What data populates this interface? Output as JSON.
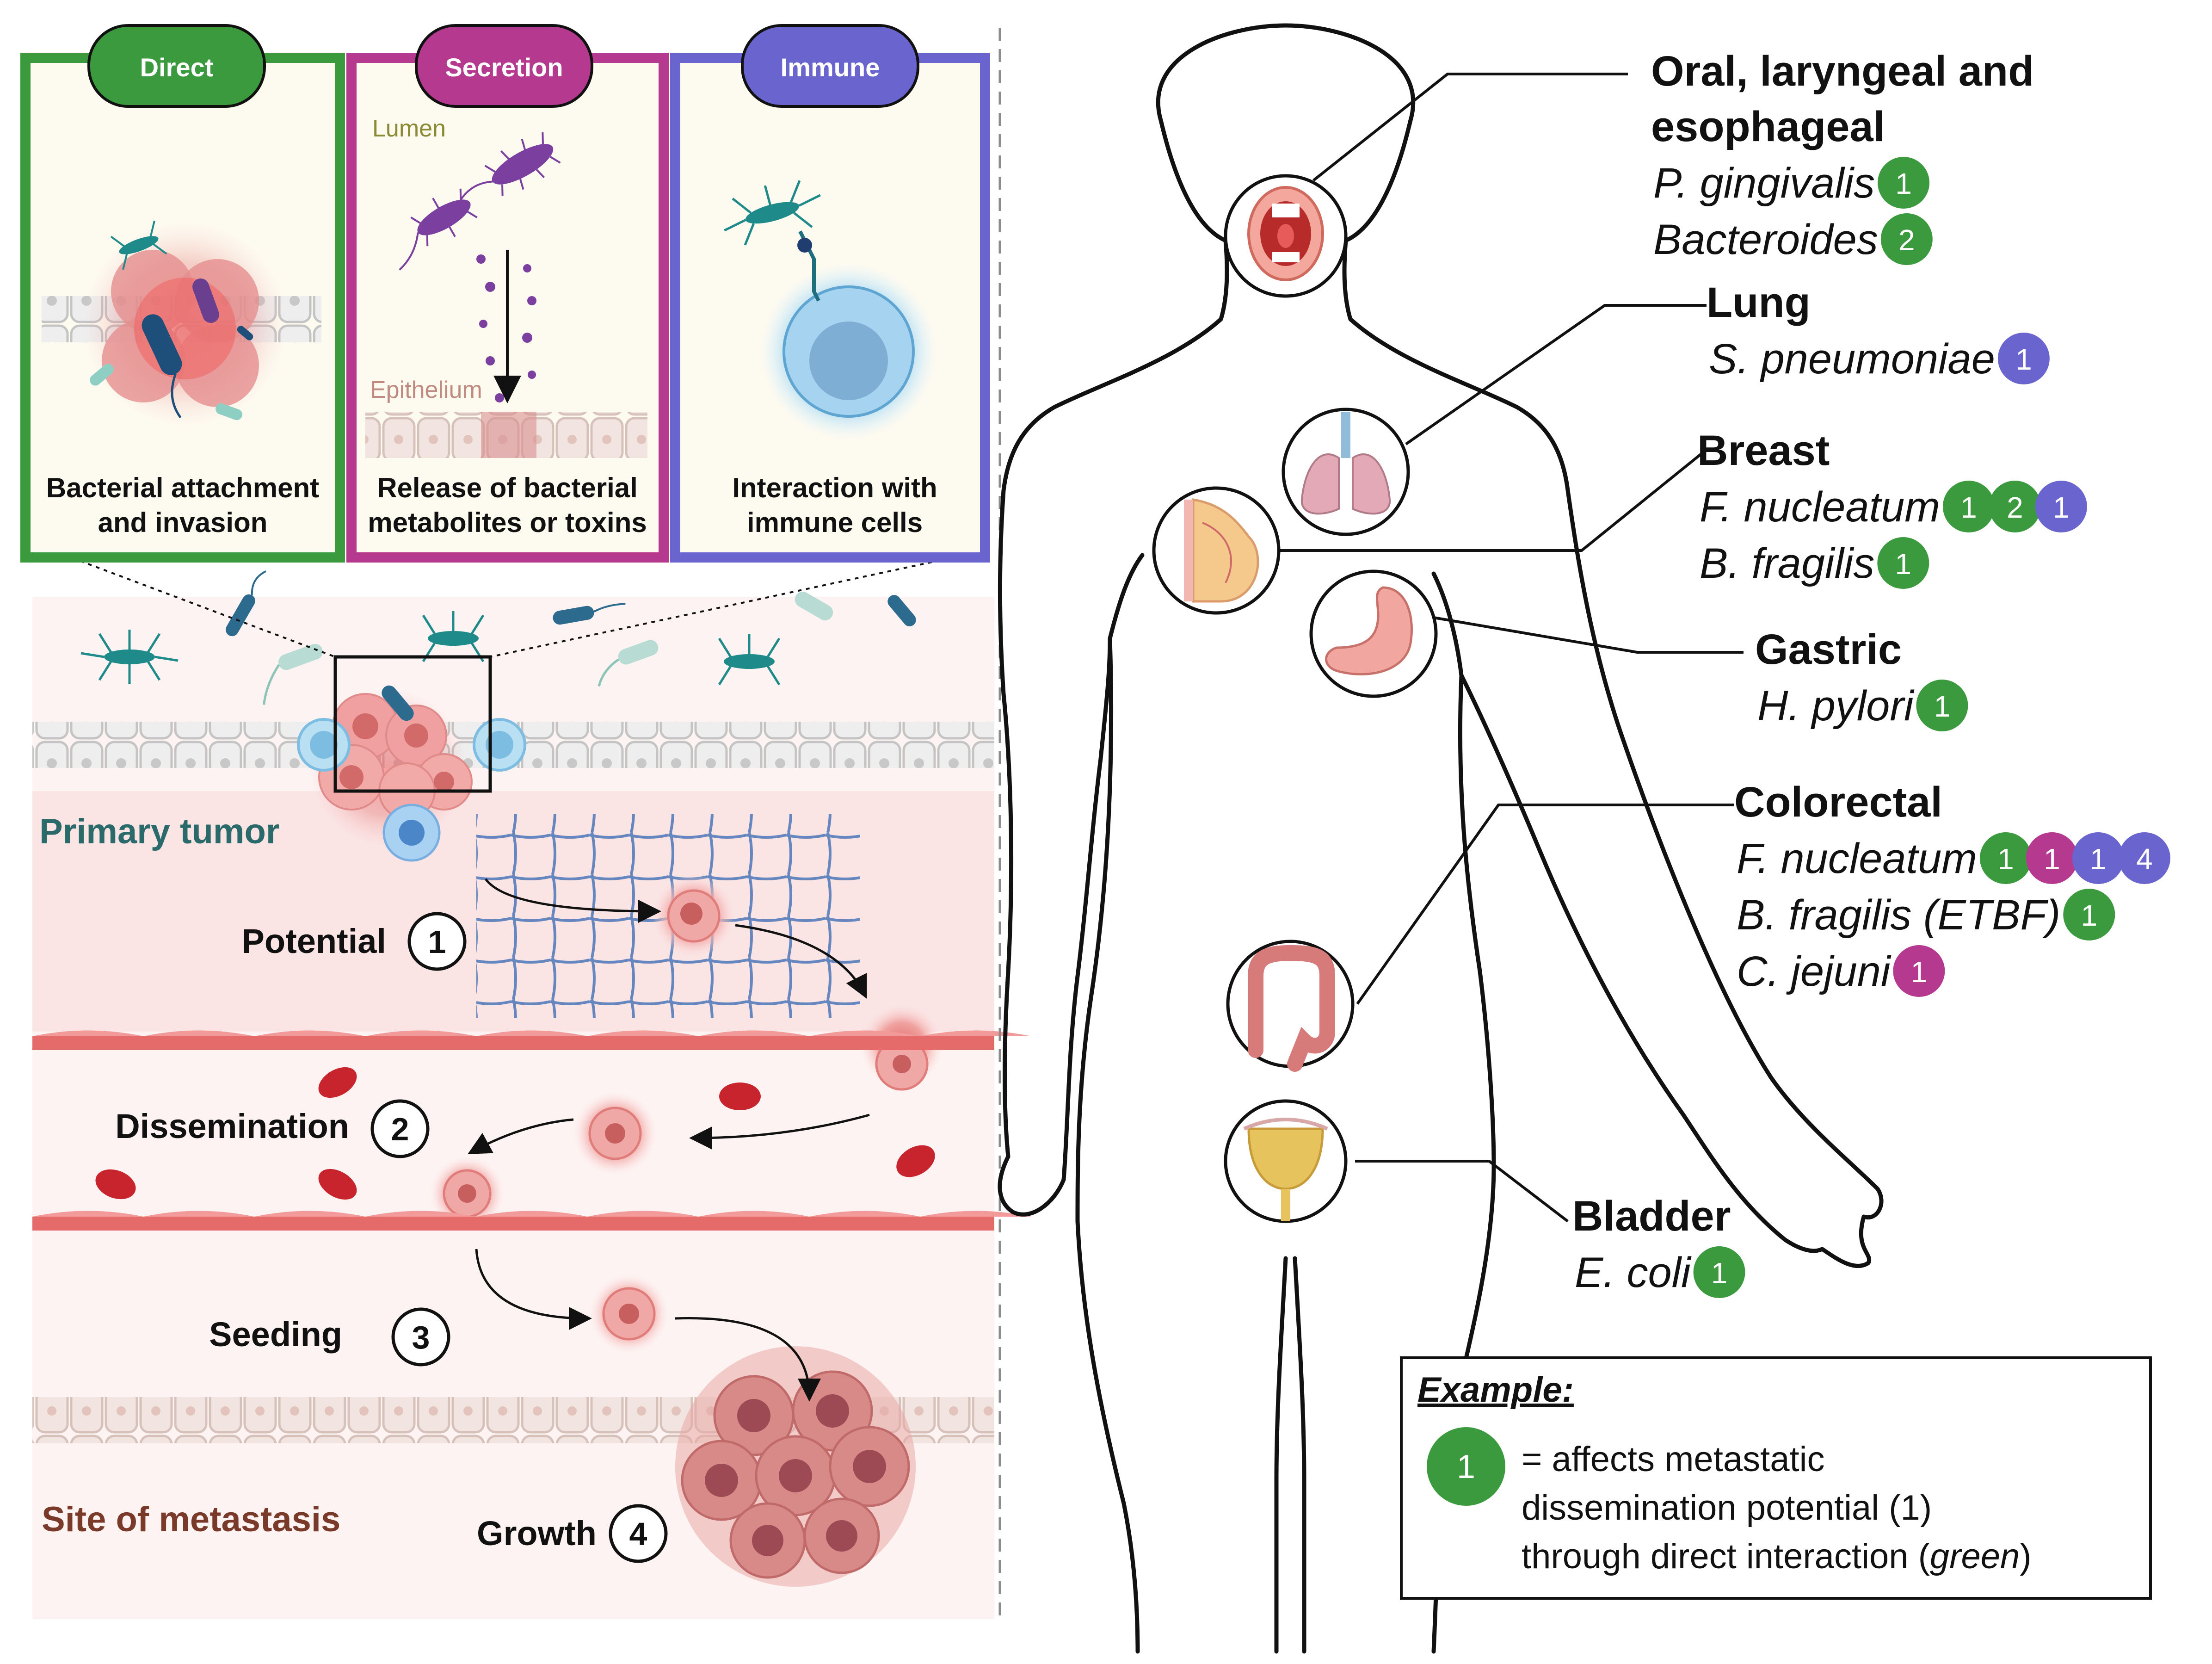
{
  "mechanisms": [
    {
      "tab": "Direct",
      "caption_line1": "Bacterial attachment",
      "caption_line2": "and invasion",
      "color": "#3a9a3d"
    },
    {
      "tab": "Secretion",
      "caption_line1": "Release of bacterial",
      "caption_line2": "metabolites or toxins",
      "color": "#b5398f",
      "lumen_label": "Lumen",
      "epithelium_label": "Epithelium"
    },
    {
      "tab": "Immune",
      "caption_line1": "Interaction with",
      "caption_line2": "immune cells",
      "color": "#6a64cf"
    }
  ],
  "tissue": {
    "primary_tumor": "Primary tumor",
    "site_of_metastasis": "Site of metastasis"
  },
  "steps": [
    {
      "label": "Potential",
      "number": "1"
    },
    {
      "label": "Dissemination",
      "number": "2"
    },
    {
      "label": "Seeding",
      "number": "3"
    },
    {
      "label": "Growth",
      "number": "4"
    }
  ],
  "organs": [
    {
      "name_line1": "Oral, laryngeal and",
      "name_line2": "esophageal",
      "bacteria": [
        {
          "name": "P. gingivalis",
          "badges": [
            {
              "n": "1",
              "c": "green"
            }
          ]
        },
        {
          "name": "Bacteroides",
          "badges": [
            {
              "n": "2",
              "c": "green"
            }
          ]
        }
      ]
    },
    {
      "name_line1": "Lung",
      "bacteria": [
        {
          "name": "S. pneumoniae",
          "badges": [
            {
              "n": "1",
              "c": "purple"
            }
          ]
        }
      ]
    },
    {
      "name_line1": "Breast",
      "bacteria": [
        {
          "name": "F. nucleatum",
          "badges": [
            {
              "n": "1",
              "c": "green"
            },
            {
              "n": "2",
              "c": "green"
            },
            {
              "n": "1",
              "c": "purple"
            }
          ]
        },
        {
          "name": "B. fragilis",
          "badges": [
            {
              "n": "1",
              "c": "green"
            }
          ]
        }
      ]
    },
    {
      "name_line1": "Gastric",
      "bacteria": [
        {
          "name": "H. pylori",
          "badges": [
            {
              "n": "1",
              "c": "green"
            }
          ]
        }
      ]
    },
    {
      "name_line1": "Colorectal",
      "bacteria": [
        {
          "name": "F. nucleatum",
          "badges": [
            {
              "n": "1",
              "c": "green"
            },
            {
              "n": "1",
              "c": "magenta"
            },
            {
              "n": "1",
              "c": "purple"
            },
            {
              "n": "4",
              "c": "purple"
            }
          ]
        },
        {
          "name": "B. fragilis (ETBF)",
          "badges": [
            {
              "n": "1",
              "c": "green"
            }
          ]
        },
        {
          "name": "C. jejuni",
          "badges": [
            {
              "n": "1",
              "c": "magenta"
            }
          ]
        }
      ]
    },
    {
      "name_line1": "Bladder",
      "bacteria": [
        {
          "name": "E. coli",
          "badges": [
            {
              "n": "1",
              "c": "green"
            }
          ]
        }
      ]
    }
  ],
  "example": {
    "title": "Example:",
    "badge": "1",
    "line1": "= affects metastatic",
    "line2": "dissemination potential (1)",
    "line3_prefix": "through direct interaction (",
    "line3_italic": "green",
    "line3_suffix": ")"
  },
  "colors": {
    "green": "#3a9a3d",
    "magenta": "#b5398f",
    "purple": "#6a64cf",
    "teal_label": "#2a6a6a",
    "metastasis_label": "#7a3a2a"
  }
}
